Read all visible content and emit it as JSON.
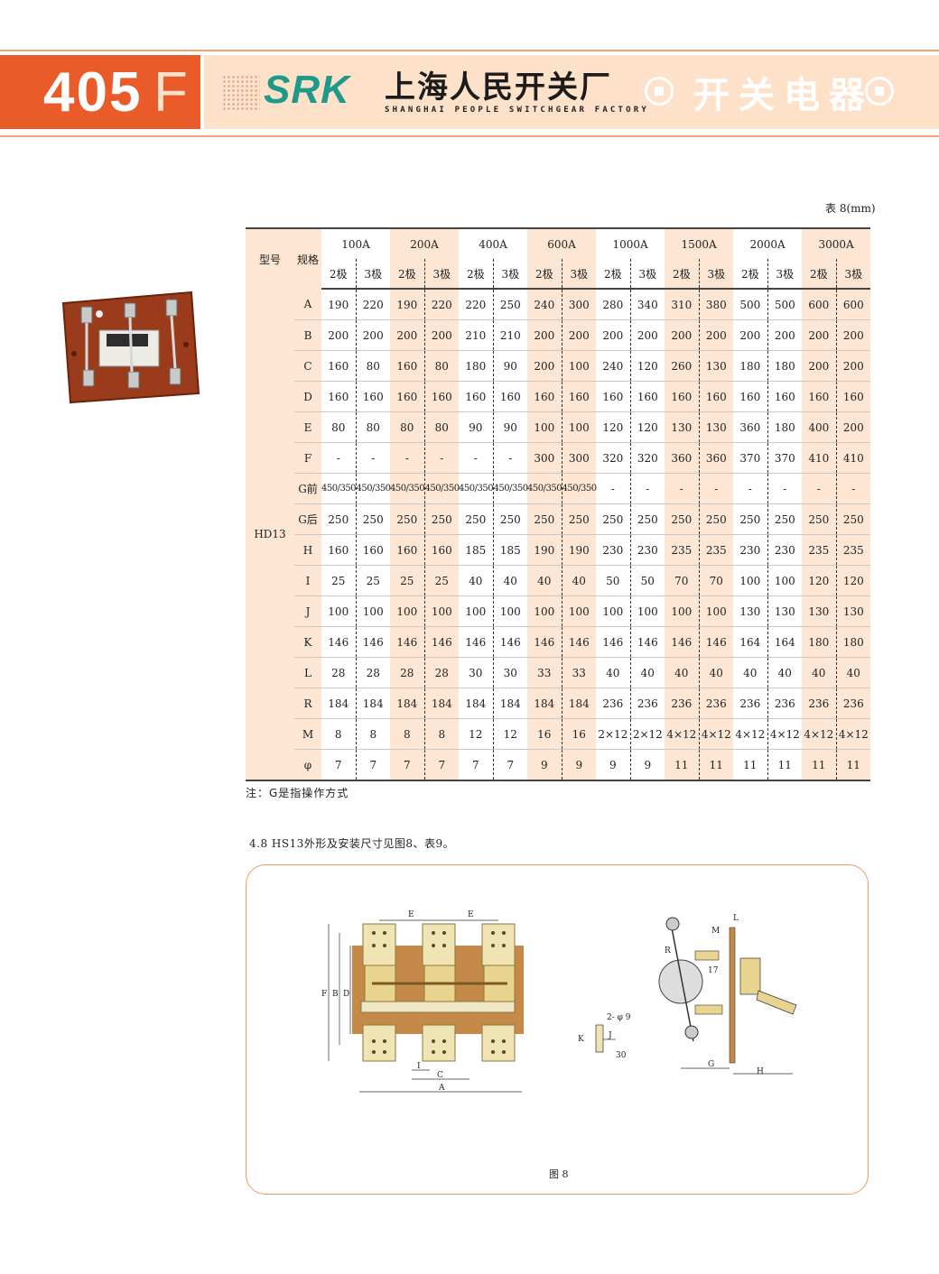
{
  "header": {
    "page_number": "405",
    "page_suffix": "F",
    "brand_logo": "SRK",
    "company_cn": "上海人民开关厂",
    "company_en": "SHANGHAI PEOPLE SWITCHGEAR FACTORY",
    "category": "开关电器",
    "colors": {
      "accent": "#ea5b2a",
      "band": "#fde1c8",
      "logo": "#1f9a8a",
      "table_shade": "#fde6d3"
    }
  },
  "table": {
    "caption": "表 8(mm)",
    "corner_model": "型号",
    "corner_spec": "规格",
    "currents": [
      "100A",
      "200A",
      "400A",
      "600A",
      "1000A",
      "1500A",
      "2000A",
      "3000A"
    ],
    "poles": [
      "2极",
      "3极"
    ],
    "model": "HD13",
    "rows": [
      {
        "label": "A",
        "values": [
          "190",
          "220",
          "190",
          "220",
          "220",
          "250",
          "240",
          "300",
          "280",
          "340",
          "310",
          "380",
          "500",
          "500",
          "600",
          "600"
        ]
      },
      {
        "label": "B",
        "values": [
          "200",
          "200",
          "200",
          "200",
          "210",
          "210",
          "200",
          "200",
          "200",
          "200",
          "200",
          "200",
          "200",
          "200",
          "200",
          "200"
        ]
      },
      {
        "label": "C",
        "values": [
          "160",
          "80",
          "160",
          "80",
          "180",
          "90",
          "200",
          "100",
          "240",
          "120",
          "260",
          "130",
          "180",
          "180",
          "200",
          "200"
        ]
      },
      {
        "label": "D",
        "values": [
          "160",
          "160",
          "160",
          "160",
          "160",
          "160",
          "160",
          "160",
          "160",
          "160",
          "160",
          "160",
          "160",
          "160",
          "160",
          "160"
        ]
      },
      {
        "label": "E",
        "values": [
          "80",
          "80",
          "80",
          "80",
          "90",
          "90",
          "100",
          "100",
          "120",
          "120",
          "130",
          "130",
          "360",
          "180",
          "400",
          "200"
        ]
      },
      {
        "label": "F",
        "values": [
          "-",
          "-",
          "-",
          "-",
          "-",
          "-",
          "300",
          "300",
          "320",
          "320",
          "360",
          "360",
          "370",
          "370",
          "410",
          "410"
        ]
      },
      {
        "label": "G前",
        "values": [
          "450/350",
          "450/350",
          "450/350",
          "450/350",
          "450/350",
          "450/350",
          "450/350",
          "450/350",
          "-",
          "-",
          "-",
          "-",
          "-",
          "-",
          "-",
          "-"
        ]
      },
      {
        "label": "G后",
        "values": [
          "250",
          "250",
          "250",
          "250",
          "250",
          "250",
          "250",
          "250",
          "250",
          "250",
          "250",
          "250",
          "250",
          "250",
          "250",
          "250"
        ]
      },
      {
        "label": "H",
        "values": [
          "160",
          "160",
          "160",
          "160",
          "185",
          "185",
          "190",
          "190",
          "230",
          "230",
          "235",
          "235",
          "230",
          "230",
          "235",
          "235"
        ]
      },
      {
        "label": "I",
        "values": [
          "25",
          "25",
          "25",
          "25",
          "40",
          "40",
          "40",
          "40",
          "50",
          "50",
          "70",
          "70",
          "100",
          "100",
          "120",
          "120"
        ]
      },
      {
        "label": "J",
        "values": [
          "100",
          "100",
          "100",
          "100",
          "100",
          "100",
          "100",
          "100",
          "100",
          "100",
          "100",
          "100",
          "130",
          "130",
          "130",
          "130"
        ]
      },
      {
        "label": "K",
        "values": [
          "146",
          "146",
          "146",
          "146",
          "146",
          "146",
          "146",
          "146",
          "146",
          "146",
          "146",
          "146",
          "164",
          "164",
          "180",
          "180"
        ]
      },
      {
        "label": "L",
        "values": [
          "28",
          "28",
          "28",
          "28",
          "30",
          "30",
          "33",
          "33",
          "40",
          "40",
          "40",
          "40",
          "40",
          "40",
          "40",
          "40"
        ]
      },
      {
        "label": "R",
        "values": [
          "184",
          "184",
          "184",
          "184",
          "184",
          "184",
          "184",
          "184",
          "236",
          "236",
          "236",
          "236",
          "236",
          "236",
          "236",
          "236"
        ]
      },
      {
        "label": "M",
        "values": [
          "8",
          "8",
          "8",
          "8",
          "12",
          "12",
          "16",
          "16",
          "2×12",
          "2×12",
          "4×12",
          "4×12",
          "4×12",
          "4×12",
          "4×12",
          "4×12"
        ]
      },
      {
        "label": "φ",
        "values": [
          "7",
          "7",
          "7",
          "7",
          "7",
          "7",
          "9",
          "9",
          "9",
          "9",
          "11",
          "11",
          "11",
          "11",
          "11",
          "11"
        ]
      }
    ]
  },
  "note": "注：G是指操作方式",
  "section_text": "4.8  HS13外形及安装尺寸见图8、表9。",
  "figure": {
    "caption": "图 8",
    "front_labels": {
      "E1": "E",
      "E2": "E",
      "F": "F",
      "B": "B",
      "D": "D",
      "I": "I",
      "C": "C",
      "A": "A"
    },
    "detail_labels": {
      "hole": "2- φ 9",
      "K": "K",
      "J": "J",
      "w30": "30"
    },
    "side_labels": {
      "L": "L",
      "M": "M",
      "R": "R",
      "v17": "17",
      "G": "G",
      "H": "H"
    }
  }
}
